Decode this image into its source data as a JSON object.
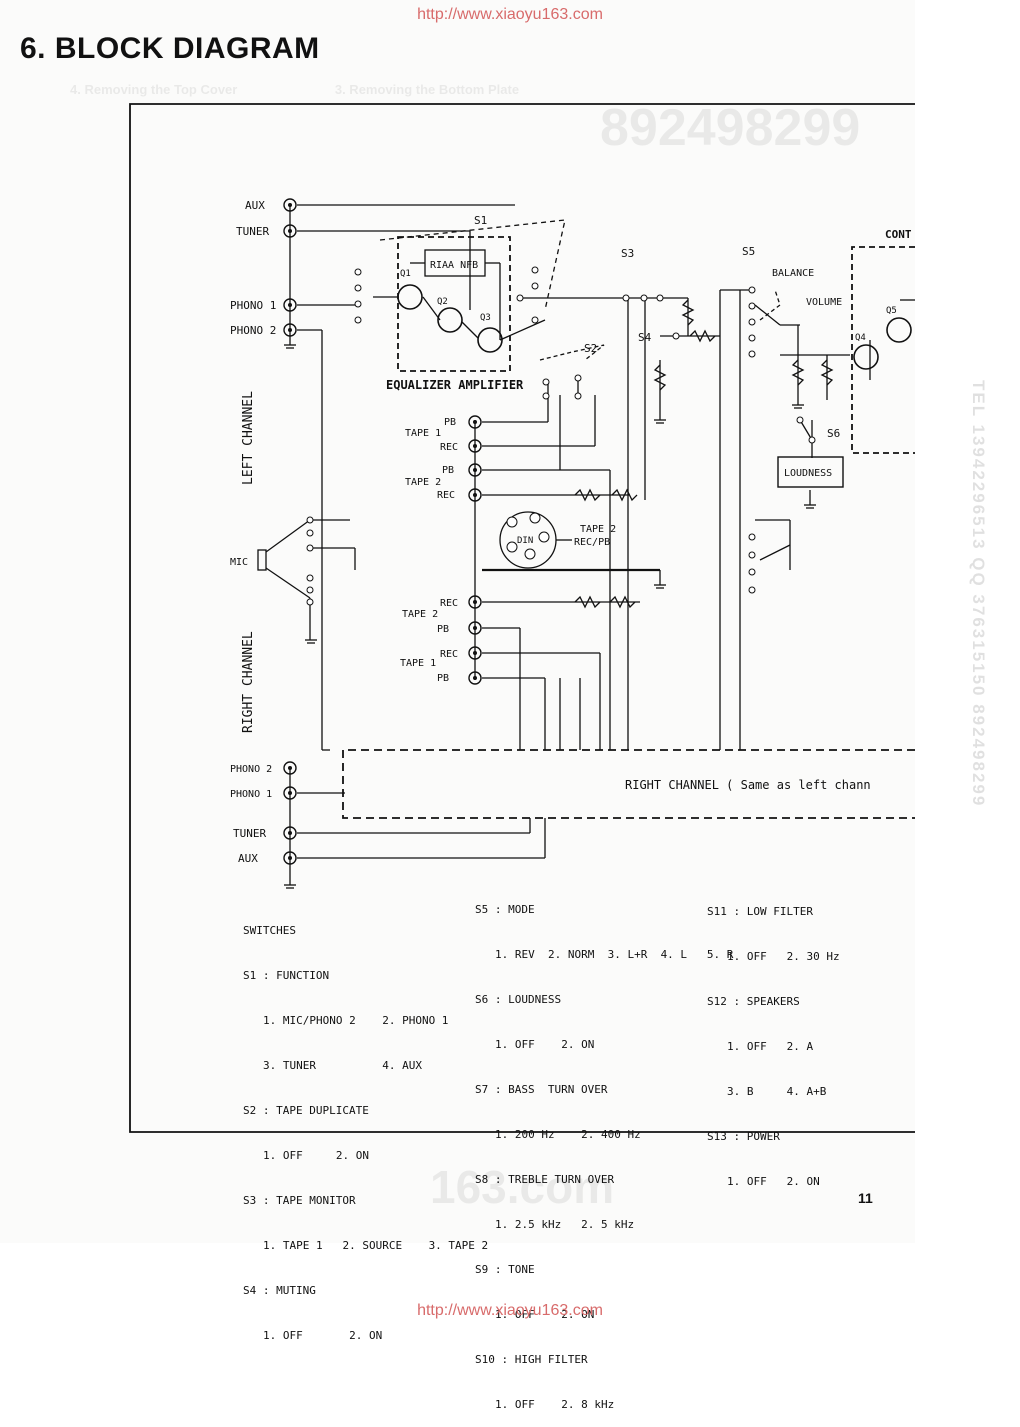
{
  "header": {
    "url_top": "http://www.xiaoyu163.com",
    "title": "6. BLOCK DIAGRAM"
  },
  "footer": {
    "url_bottom": "http://www.xiaoyu163.com",
    "page_number": "11"
  },
  "watermark": {
    "side_text": "TEL 13942296513 QQ 376315150 892498299"
  },
  "diagram": {
    "left_inputs": [
      "AUX",
      "TUNER",
      "PHONO 1",
      "PHONO 2"
    ],
    "left_channel_label": "LEFT CHANNEL",
    "right_channel_label": "RIGHT CHANNEL",
    "mic_label": "MIC",
    "right_inputs": [
      "PHONO 2",
      "PHONO 1",
      "TUNER",
      "AUX"
    ],
    "eq_amp_label": "EQUALIZER AMPLIFIER",
    "riaa_label": "RIAA NFB",
    "transistors": [
      "Q1",
      "Q2",
      "Q3",
      "Q4",
      "Q5"
    ],
    "switch_tags": [
      "S1",
      "S2",
      "S3",
      "S4",
      "S5",
      "S6"
    ],
    "tape_labels": {
      "tape1_left": "TAPE 1",
      "tape2_left": "TAPE 2",
      "tape2_right": "TAPE 2",
      "tape1_right": "TAPE 1",
      "pb": "PB",
      "rec": "REC"
    },
    "din_label": "DIN",
    "din_desc": "TAPE 2\nREC/PB",
    "balance_label": "BALANCE",
    "volume_label": "VOLUME",
    "loudness_box": "LOUDNESS",
    "control_label": "CONT",
    "right_channel_box": "RIGHT  CHANNEL  ( Same  as  left  chann"
  },
  "switches": {
    "heading": "SWITCHES",
    "col1": [
      {
        "name": "S1 : FUNCTION",
        "options": [
          "1. MIC/PHONO 2    2. PHONO 1",
          "3. TUNER          4. AUX"
        ]
      },
      {
        "name": "S2 : TAPE DUPLICATE",
        "options": [
          "1. OFF     2. ON"
        ]
      },
      {
        "name": "S3 : TAPE MONITOR",
        "options": [
          "1. TAPE 1   2. SOURCE    3. TAPE 2"
        ]
      },
      {
        "name": "S4 : MUTING",
        "options": [
          "1. OFF       2. ON"
        ]
      }
    ],
    "col2": [
      {
        "name": "S5 : MODE",
        "options": [
          "1. REV  2. NORM  3. L+R  4. L   5. R"
        ]
      },
      {
        "name": "S6 : LOUDNESS",
        "options": [
          "1. OFF    2. ON"
        ]
      },
      {
        "name": "S7 : BASS  TURN OVER",
        "options": [
          "1. 200 Hz    2. 400 Hz"
        ]
      },
      {
        "name": "S8 : TREBLE TURN OVER",
        "options": [
          "1. 2.5 kHz   2. 5 kHz"
        ]
      },
      {
        "name": "S9 : TONE",
        "options": [
          "1. OFF    2. ON"
        ]
      },
      {
        "name": "S10 : HIGH FILTER",
        "options": [
          "1. OFF    2. 8 kHz"
        ]
      }
    ],
    "col3": [
      {
        "name": "S11 : LOW FILTER",
        "options": [
          "1. OFF   2. 30 Hz"
        ]
      },
      {
        "name": "S12 : SPEAKERS",
        "options": [
          "1. OFF   2. A",
          "3. B     4. A+B"
        ]
      },
      {
        "name": "S13 : POWER",
        "options": [
          "1. OFF   2. ON"
        ]
      }
    ]
  }
}
